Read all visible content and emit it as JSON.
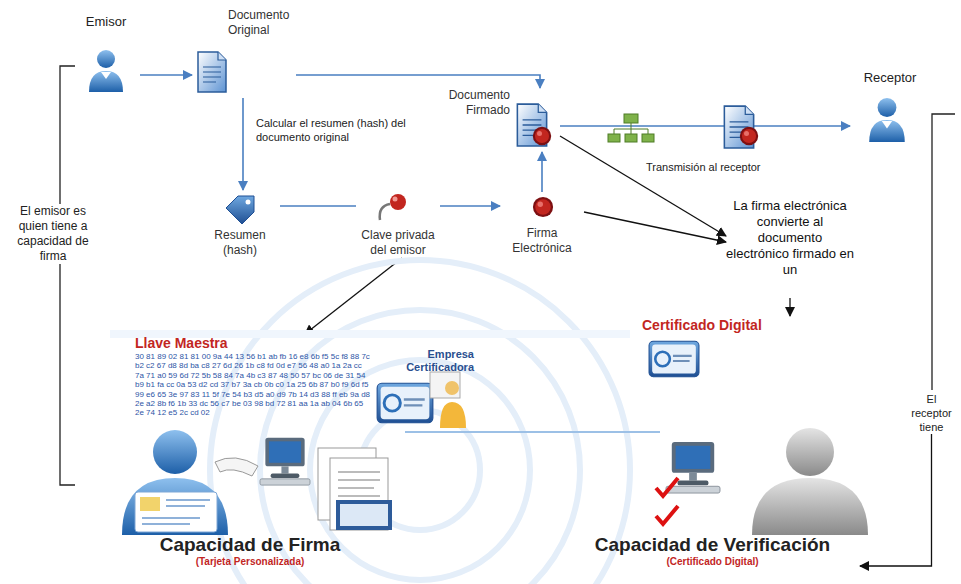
{
  "diagram": {
    "nodes": [
      {
        "text": [
          "Emisor"
        ]
      },
      {
        "text": [
          "Documento Original"
        ]
      },
      {
        "text": [
          "Documento Firmado"
        ]
      },
      {
        "text": [
          "Receptor"
        ]
      },
      {
        "text": [
          "Resumen (hash)"
        ]
      },
      {
        "text": [
          "Clave privada del emisor"
        ]
      },
      {
        "text": [
          "Firma Electrónica"
        ]
      },
      {
        "text": [
          "El emisor es quien tiene a capacidad de firma"
        ]
      },
      {
        "text": [
          "La firma electrónica convierte al documento electrónico firmado en un"
        ]
      },
      {
        "text": [
          "El receptor tiene"
        ]
      },
      {
        "text": [
          "Llave Maestra",
          "30 81 89 02 81 81 00 9a 44 13 56 b1 ab fb 16 e8 6b f5 5c f8 88 7c b2 c2 67 d8 8d ba c8 27 6d 26 1b c8 fd 0d e7 56 48 a0 1a 2a cc 7a 71 a0 59 6d 72 5b 58 84 7a 4b c3 87 48 50 57 bc 06 de 31 54 b9 b1 fa cc 0a 53 d2 cd 37 b7 3a cb 0b c0 1a 25 6b 87 b0 f9 6d f5 99 e6 65 3e 97 83 11 5f 7e 54 b3 d5 a0 d9 7b 14 d3 88 ff eb 9a d8 2e a2 8b f6 1b 33 dc 56 c7 be 03 98 bd 72 81 aa 1a ab 04 6b 65 2e 74 12 e5 2c cd 02"
        ]
      },
      {
        "text": [
          "Empresa Certificadora"
        ]
      },
      {
        "text": [
          "Certificado Digital"
        ]
      },
      {
        "text": [
          "Capacidad de Firma",
          "(Tarjeta Personalizada)"
        ]
      },
      {
        "text": [
          "Capacidad de Verificación",
          "(Certificado Digital)"
        ]
      }
    ],
    "edges": [
      {
        "from": 0,
        "to": 1,
        "arrow": "to"
      },
      {
        "from": 1,
        "to": 2,
        "arrow": "to"
      },
      {
        "from": 1,
        "to": 4,
        "label": "Calcular el resumen (hash) del documento original",
        "arrow": "to"
      },
      {
        "from": 4,
        "to": 5,
        "arrow": "none"
      },
      {
        "from": 5,
        "to": 6,
        "arrow": "to"
      },
      {
        "from": 6,
        "to": 2,
        "arrow": "to"
      },
      {
        "from": 2,
        "to": 3,
        "label": "Transmisión al receptor",
        "arrow": "to"
      },
      {
        "from": 2,
        "to": 8,
        "arrow": "to"
      },
      {
        "from": 6,
        "to": 8,
        "arrow": "to"
      },
      {
        "from": 8,
        "to": 12,
        "arrow": "to"
      },
      {
        "from": 5,
        "to": 10,
        "arrow": "to"
      },
      {
        "from": 9,
        "to": 14,
        "arrow": "to"
      }
    ]
  }
}
